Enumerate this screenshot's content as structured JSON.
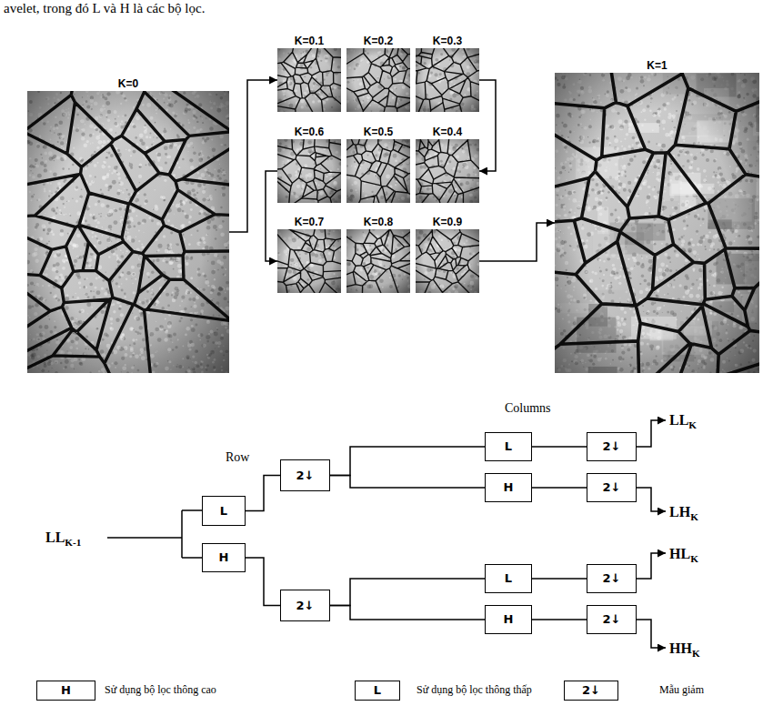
{
  "diagram": {
    "nodes": [
      {
        "text": [
          "K=0"
        ]
      },
      {
        "text": [
          "K=0.1"
        ]
      },
      {
        "text": [
          "K=0.2"
        ]
      },
      {
        "text": [
          "K=0.3"
        ]
      },
      {
        "text": [
          "K=0.6"
        ]
      },
      {
        "text": [
          "K=0.5"
        ]
      },
      {
        "text": [
          "K=0.4"
        ]
      },
      {
        "text": [
          "K=0.7"
        ]
      },
      {
        "text": [
          "K=0.8"
        ]
      },
      {
        "text": [
          "K=0.9"
        ]
      },
      {
        "text": [
          "K=1"
        ]
      },
      {
        "text": [
          "L"
        ]
      },
      {
        "text": [
          "H"
        ]
      },
      {
        "text": [
          "2↓"
        ]
      },
      {
        "text": [
          "2↓"
        ]
      },
      {
        "text": [
          "L"
        ]
      },
      {
        "text": [
          "H"
        ]
      },
      {
        "text": [
          "L"
        ]
      },
      {
        "text": [
          "H"
        ]
      },
      {
        "text": [
          "2↓"
        ]
      },
      {
        "text": [
          "2↓"
        ]
      },
      {
        "text": [
          "2↓"
        ]
      },
      {
        "text": [
          "2↓"
        ]
      },
      {
        "text": [
          "H"
        ]
      },
      {
        "text": [
          "L"
        ]
      },
      {
        "text": [
          "2↓"
        ]
      }
    ],
    "edges": [
      {
        "from": 0,
        "to": 1,
        "arrow": "to"
      },
      {
        "from": 3,
        "to": 6,
        "arrow": "to"
      },
      {
        "from": 4,
        "to": 7,
        "arrow": "to"
      },
      {
        "from": 9,
        "to": 10,
        "arrow": "to"
      },
      {
        "from": 11,
        "to": 13,
        "arrow": "none"
      },
      {
        "from": 12,
        "to": 14,
        "arrow": "none"
      },
      {
        "from": 13,
        "to": 15,
        "arrow": "none"
      },
      {
        "from": 13,
        "to": 16,
        "arrow": "none"
      },
      {
        "from": 14,
        "to": 17,
        "arrow": "none"
      },
      {
        "from": 14,
        "to": 18,
        "arrow": "none"
      },
      {
        "from": 15,
        "to": 19,
        "arrow": "none"
      },
      {
        "from": 16,
        "to": 20,
        "arrow": "none"
      },
      {
        "from": 17,
        "to": 21,
        "arrow": "none"
      },
      {
        "from": 18,
        "to": 22,
        "arrow": "none"
      }
    ],
    "labels": [
      "avelet, trong đó L và H là các bộ lọc.",
      "Columns",
      "Row",
      "LLK-1",
      "LLK",
      "LHK",
      "HLK",
      "HHK"
    ],
    "legend": [
      {
        "text": "Sử dụng bộ lọc thông cao"
      },
      {
        "text": "Sử dụng bộ lọc thông thấp"
      },
      {
        "text": "Mẫu giảm"
      }
    ]
  }
}
